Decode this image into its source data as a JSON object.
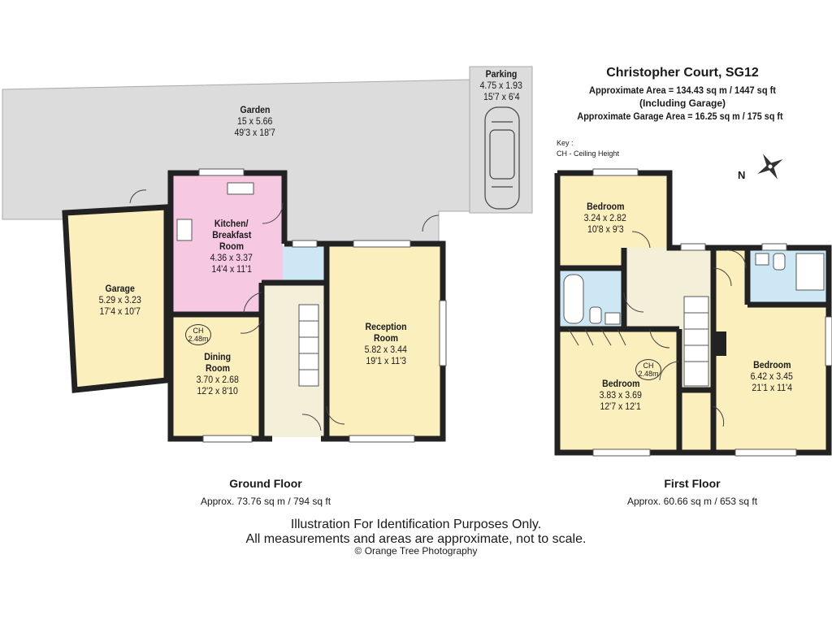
{
  "header": {
    "title": "Christopher Court, SG12",
    "approx_area": "Approximate Area = 134.43 sq m / 1447 sq ft",
    "including": "(Including Garage)",
    "garage_area": "Approximate Garage Area = 16.25 sq m / 175 sq ft"
  },
  "key": {
    "label": "Key :",
    "entry": "CH - Ceiling Height"
  },
  "compass": {
    "north": "N"
  },
  "ground_floor": {
    "title": "Ground Floor",
    "area": "Approx. 73.76 sq m / 794 sq ft",
    "rooms": {
      "garden": {
        "name": "Garden",
        "metric": "15 x 5.66",
        "imperial": "49'3 x 18'7"
      },
      "parking": {
        "name": "Parking",
        "metric": "4.75 x 1.93",
        "imperial": "15'7 x 6'4"
      },
      "garage": {
        "name": "Garage",
        "metric": "5.29 x 3.23",
        "imperial": "17'4 x 10'7"
      },
      "kitchen": {
        "name_line1": "Kitchen/",
        "name_line2": "Breakfast",
        "name_line3": "Room",
        "metric": "4.36 x 3.37",
        "imperial": "14'4 x 11'1"
      },
      "dining": {
        "name_line1": "Dining",
        "name_line2": "Room",
        "metric": "3.70 x 2.68",
        "imperial": "12'2 x 8'10"
      },
      "reception": {
        "name_line1": "Reception",
        "name_line2": "Room",
        "metric": "5.82 x 3.44",
        "imperial": "19'1 x 11'3"
      }
    },
    "ceiling_height": {
      "label": "CH",
      "value": "2.48m"
    }
  },
  "first_floor": {
    "title": "First Floor",
    "area": "Approx. 60.66 sq m / 653 sq ft",
    "rooms": {
      "bedroom_top": {
        "name": "Bedroom",
        "metric": "3.24 x 2.82",
        "imperial": "10'8 x 9'3"
      },
      "bedroom_left": {
        "name": "Bedroom",
        "metric": "3.83 x 3.69",
        "imperial": "12'7 x 12'1"
      },
      "bedroom_right": {
        "name": "Bedroom",
        "metric": "6.42 x 3.45",
        "imperial": "21'1 x 11'4"
      }
    },
    "ceiling_height": {
      "label": "CH",
      "value": "2.48m"
    }
  },
  "footer": {
    "line1": "Illustration For Identification Purposes Only.",
    "line2": "All measurements and areas are approximate, not to scale.",
    "copyright": "© Orange Tree Photography"
  },
  "colors": {
    "garden": "#dcdcdc",
    "kitchen": "#f7c8e2",
    "room": "#fbefbe",
    "bathroom": "#cde7f5",
    "hall": "#f3efd8",
    "wall": "#222222"
  }
}
